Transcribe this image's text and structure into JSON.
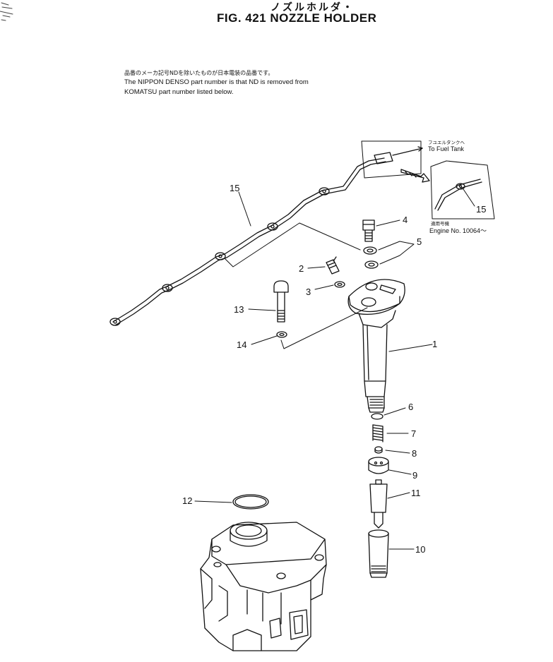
{
  "header": {
    "title_jp": "ノズルホルダ・",
    "title": "FIG. 421  NOZZLE HOLDER"
  },
  "note": {
    "jp": "品番のメーカ記号NDを除いたものが日本電装の品番です。",
    "line1": "The NIPPON DENSO part number is that ND is removed from",
    "line2": "KOMATSU part number listed below."
  },
  "detail": {
    "tank_jp": "フユエルタンクへ",
    "tank": "To Fuel Tank",
    "engine_jp": "適用号機",
    "engine": "Engine No. 10064～"
  },
  "callouts": [
    "1",
    "2",
    "3",
    "4",
    "5",
    "6",
    "7",
    "8",
    "9",
    "10",
    "11",
    "12",
    "13",
    "14",
    "15",
    "15"
  ]
}
